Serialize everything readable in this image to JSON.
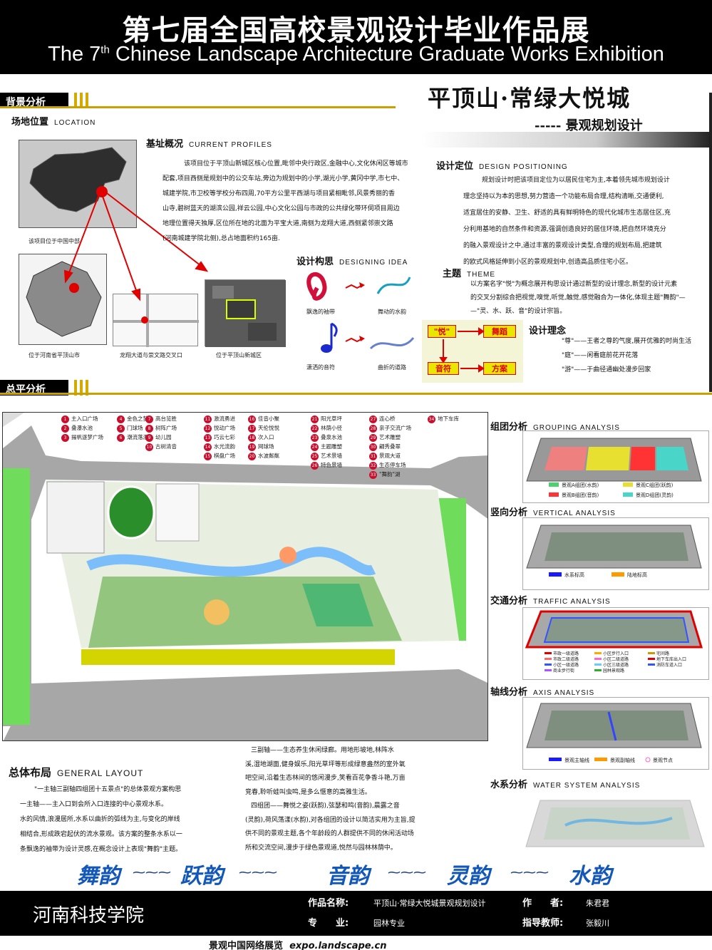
{
  "header": {
    "title_cn": "第七届全国高校景观设计毕业作品展",
    "title_en_a": "The 7",
    "title_en_sup": "th",
    "title_en_b": " Chinese Landscape Architecture Graduate Works Exhibition"
  },
  "sections": {
    "background": "背景分析",
    "plan": "总平分析"
  },
  "project": {
    "name": "平顶山·常绿大悦城",
    "sub": "----- 景观规划设计"
  },
  "location": {
    "title": "场地位置",
    "title_en": "LOCATION",
    "cap1": "该项目位于中国中部",
    "cap2": "位于河南省平顶山市",
    "cap3": "龙翔大道与崇文路交叉口",
    "cap4": "位于平顶山新城区"
  },
  "current": {
    "title": "基址概况",
    "title_en": "CURRENT PROFILES",
    "lines": [
      "该项目位于平顶山新城区核心位置,毗邻中央行政区,金融中心,文化休闲区等城市",
      "配套,项目西侧是规划中的公交车站,旁边为规划中的小学,湖光小学,黄冈中学,市七中、",
      "城建学院,市卫校等学校分布四周,70平方公里平西湖与项目紧相毗邻,风景秀丽的香",
      "山寺,碧树蓝天的湖滨公园,祥云公园,中心文化公园与市政的公共绿化带环伺项目周边",
      "地理位置得天独厚,区位所在地的北面为平宝大道,南侧为龙翔大道,西侧紧邻崇文路",
      "(河南城建学院北侧),总占地面积约165亩."
    ]
  },
  "positioning": {
    "title": "设计定位",
    "title_en": "DESIGN POSITIONING",
    "lines": [
      "规划设计时把该项目定位为以居民住宅为主,本着领先城市规划设计",
      "理念坚持以为本的思想,努力营造一个功能布局合理,结构清晰,交通便利,",
      "适宜居住的安静、卫生、舒适的具有鲜明特色的现代化城市生态居住区,充",
      "分利用基地的自然条件和资源,强调创造良好的居住环境,把自然环境充分",
      "的融入景观设计之中,通过丰富的景观设计类型,合理的规划布局,把建筑",
      "的欧式风格延伸到小区的景观规划中,创造高品质住宅小区。"
    ]
  },
  "idea": {
    "title": "设计构思",
    "title_en": "DESIGNING IDEA",
    "c1": "飘逸的袖带",
    "c2": "舞动的水韵",
    "c3": "潇洒的音符",
    "c4": "曲折的道路"
  },
  "theme": {
    "title": "主题",
    "title_en": "THEME",
    "lines": [
      "以方案名字\"悦\"为概念展开构思设计通过新型的设计理念,新型的设计元素",
      "的交叉分割综合把视觉,嗅觉,听觉,触觉,感觉融合为一体化,体现主题\"舞韵\"—",
      "—\"灵、水、跃、音\"的设计宗旨。"
    ]
  },
  "flow": {
    "b1": "\"悦\"",
    "b2": "舞蹈",
    "b3": "音符",
    "b4": "方案"
  },
  "concept": {
    "title": "设计理念",
    "l1": "\"尊\"——王者之尊的气度,展开优雅的时尚生活",
    "l2": "\"庭\"——闲看庭前花开花落",
    "l3": "\"游\"——于曲径通幽处漫步回家"
  },
  "legend": [
    [
      "1",
      "主入口广场"
    ],
    [
      "2",
      "叠瀑水池"
    ],
    [
      "3",
      "揚帆逐梦广场"
    ],
    [
      "4",
      "金色之梦"
    ],
    [
      "5",
      "门球场"
    ],
    [
      "6",
      "潮流落瀑"
    ],
    [
      "7",
      "高台览胜"
    ],
    [
      "8",
      "树阵广场"
    ],
    [
      "9",
      "幼儿园"
    ],
    [
      "10",
      "古树清音"
    ],
    [
      "11",
      "激流勇进"
    ],
    [
      "12",
      "悦动广场"
    ],
    [
      "13",
      "巧云七彩"
    ],
    [
      "14",
      "水光流韵"
    ],
    [
      "15",
      "棋盘广场"
    ],
    [
      "16",
      "佳音小聚"
    ],
    [
      "17",
      "天伦悦悦"
    ],
    [
      "18",
      "次入口"
    ],
    [
      "19",
      "网球场"
    ],
    [
      "20",
      "水波粼粼"
    ],
    [
      "21",
      "阳光草坪"
    ],
    [
      "22",
      "林荫小径"
    ],
    [
      "23",
      "叠泉水池"
    ],
    [
      "24",
      "主题雕塑"
    ],
    [
      "25",
      "艺术景墙"
    ],
    [
      "26",
      "特色景墙"
    ],
    [
      "27",
      "连心桥"
    ],
    [
      "28",
      "亲子交流广场"
    ],
    [
      "29",
      "艺术雕塑"
    ],
    [
      "30",
      "翩秀叠翠"
    ],
    [
      "31",
      "景观大道"
    ],
    [
      "32",
      "生态停车场"
    ],
    [
      "33",
      "\"舞韵\"湖"
    ],
    [
      "34",
      "地下车库"
    ]
  ],
  "analysis": {
    "grouping": {
      "title": "组团分析",
      "en": "GROUPING ANALYSIS",
      "l1": "景观A组团(水韵)",
      "l2": "景观C组团(跃韵)",
      "l3": "景观B组团(音韵)",
      "l4": "景观D组团(灵韵)"
    },
    "vertical": {
      "title": "竖向分析",
      "en": "VERTICAL ANALYSIS",
      "l1": "水系标高",
      "l2": "陆地标高"
    },
    "traffic": {
      "title": "交通分析",
      "en": "TRAFFIC ANALYSIS",
      "l1": "市政一级道路",
      "l2": "市政二级道路",
      "l3": "小区一级道路",
      "l4": "商业步行街",
      "l5": "小区步行入口",
      "l6": "小区二级道路",
      "l7": "小区三级道路",
      "l8": "园林景观路",
      "l9": "宅间路",
      "l10": "地下车库出入口",
      "l11": "消防车道入口"
    },
    "axis": {
      "title": "轴线分析",
      "en": "AXIS ANALYSIS",
      "l1": "景观主轴线",
      "l2": "景观副轴线",
      "l3": "景观节点"
    },
    "water": {
      "title": "水系分析",
      "en": "WATER SYSTEM ANALYSIS"
    }
  },
  "layout": {
    "title": "总体布局",
    "title_en": "GENERAL LAYOUT",
    "left": [
      "\"一主轴三副轴四组团十五景点\"的总体景观方案构思",
      "一主轴——主入口到会所入口连接的中心景观水系。",
      "水的风情,浪漫居所,水系以曲折的弧线为主,与变化的岸线",
      "相结合,形成跌宕起伏的流水景观。该方案的整条水系以一",
      "条飘逸的袖带为设计灵感,在概念设计上表现\"舞韵\"主题。"
    ],
    "right": [
      "三副轴——生态养生休闲绿廊。用地形坡地,林阵水",
      "溪,湿地湖面,健身娱乐,阳光草坪等形成绿意盎然的室外氧",
      "吧空间,沿着生态林间的悠闲漫步,笑看百花争香斗艳,万亩",
      "竞春,聆听蛙叫虫鸣,是多么惬意的高雅生活。",
      "四组团——舞悦之姿(跃韵),弦瑟和鸣(音韵),晨露之音",
      "(灵韵),荷风荡漾(水韵),对各组团的设计以简洁实用为主旨,提",
      "供不同的景观主题,各个年龄段的人群提供不同的休闲活动场",
      "所和交流空间,漫步于绿色景观道,悦然与园林林荫中。"
    ]
  },
  "bottom": {
    "w1": "舞韵",
    "w2": "跃韵",
    "w3": "音韵",
    "w4": "灵韵",
    "w5": "水韵"
  },
  "footer": {
    "school": "河南科技学院",
    "work_label": "作品名称:",
    "work": "平顶山·常绿大悦城景观规划设计",
    "author_label": "作　　者:",
    "author": "朱君君",
    "major_label": "专　　业:",
    "major": "园林专业",
    "advisor_label": "指导教师:",
    "advisor": "张毅川",
    "site": "景观中国网络展览",
    "url": "expo.landscape.cn"
  },
  "colors": {
    "gold": "#c8a000",
    "red": "#e00000",
    "blue": "#1357b8",
    "green": "#7dd66e"
  }
}
